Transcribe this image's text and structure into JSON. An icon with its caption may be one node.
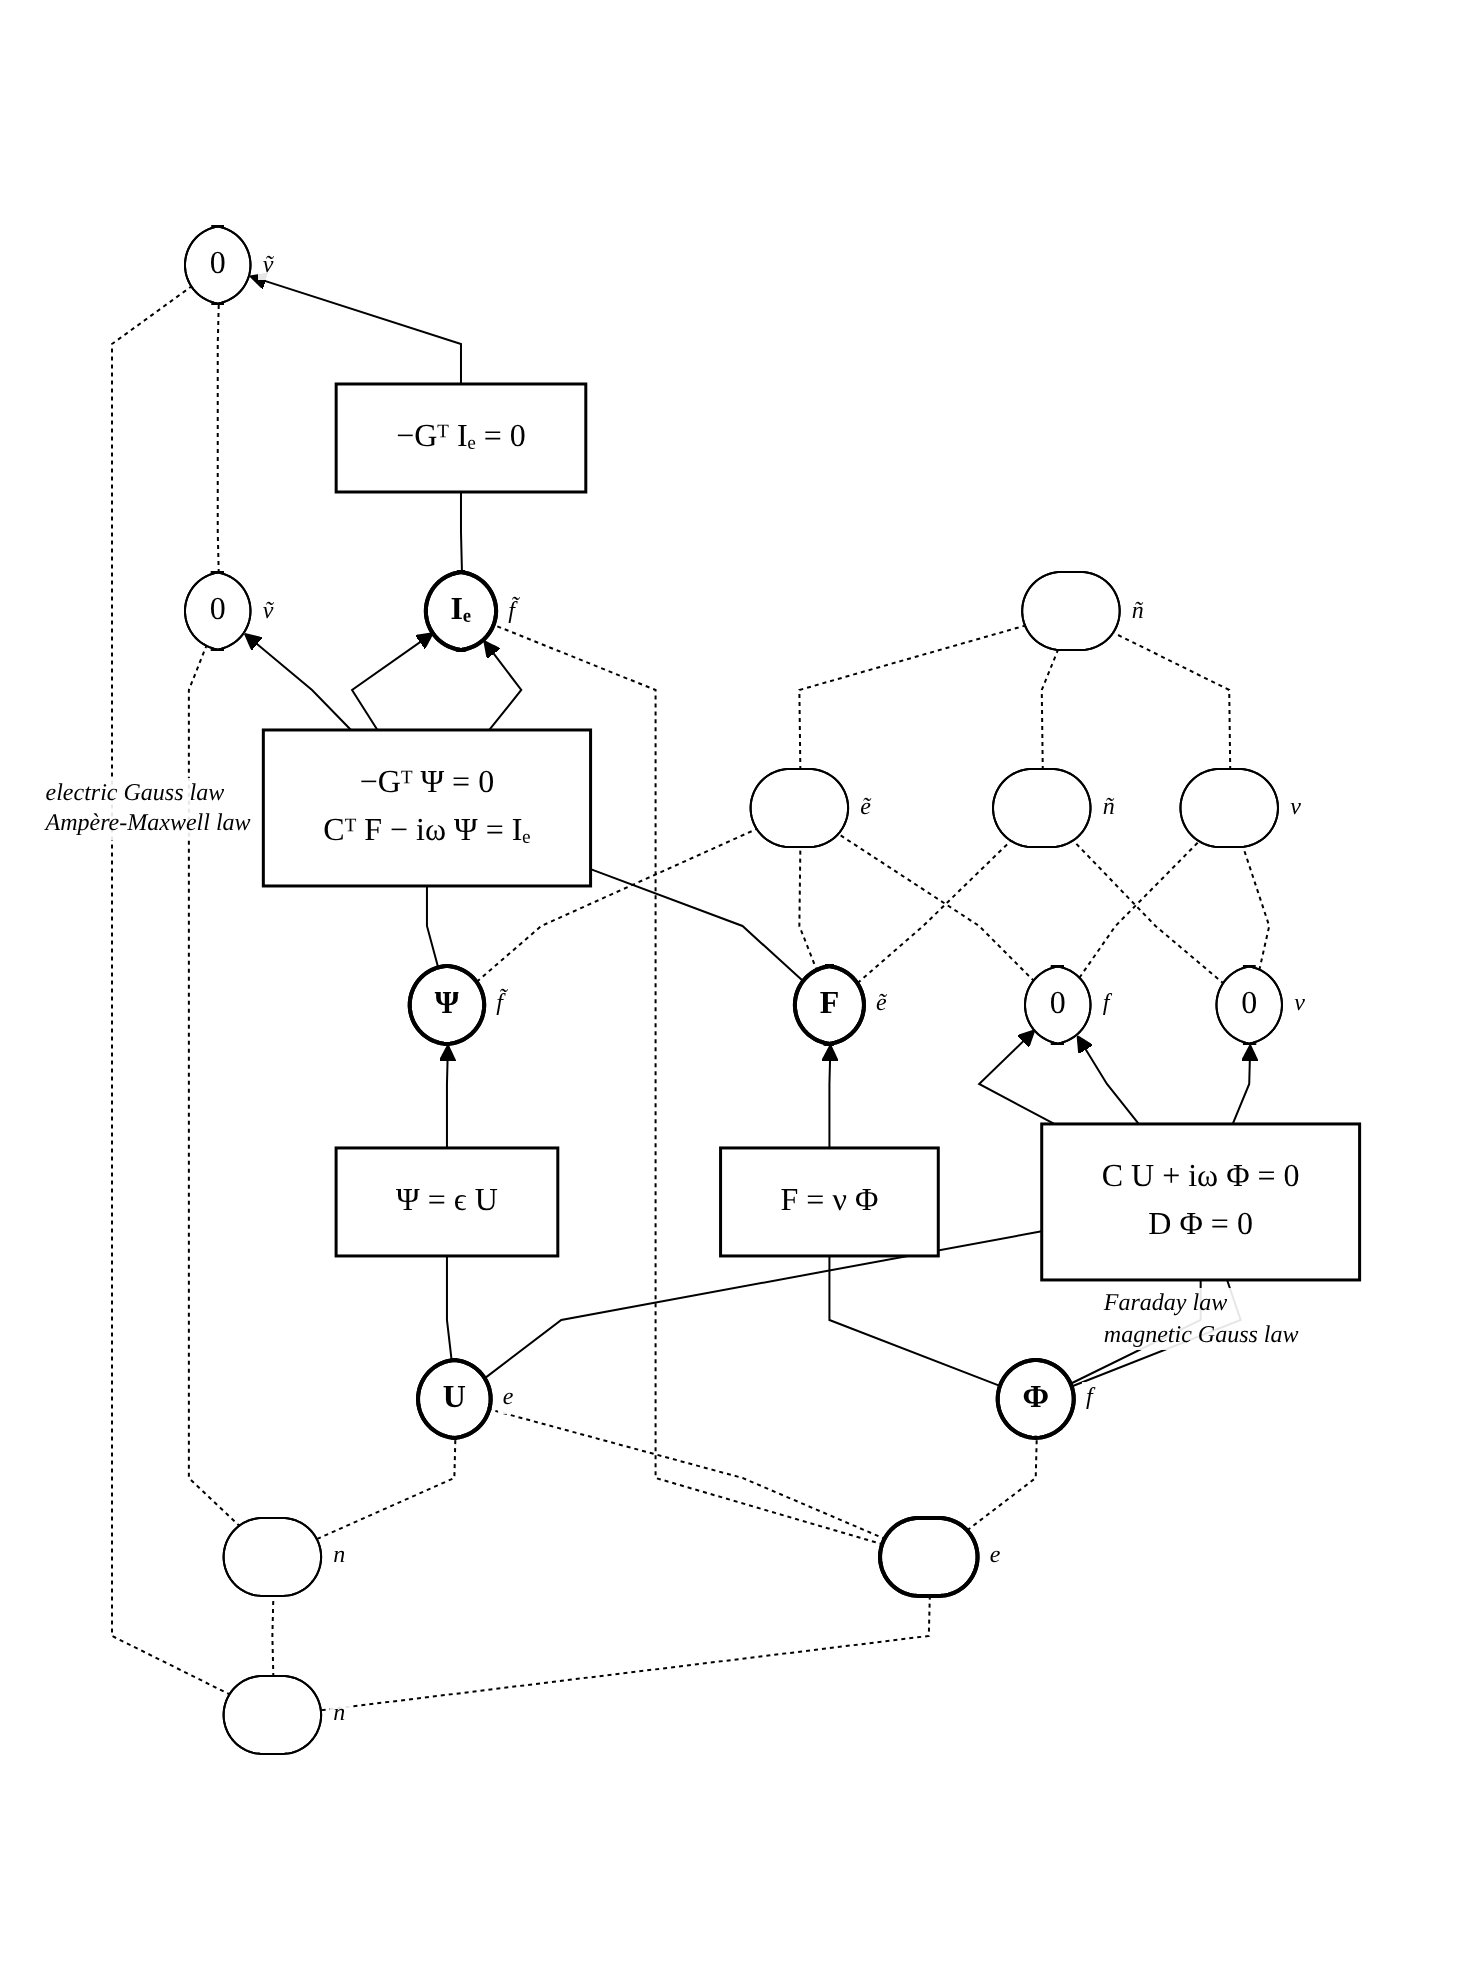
{
  "diagram": {
    "nodes": [
      {
        "text": [],
        "shape": "box",
        "beside": [
          "n"
        ]
      },
      {
        "text": [
          "0"
        ],
        "beside": [
          "ṽ"
        ]
      },
      {
        "text": [
          "−Gᵀ Iₑ = 0"
        ]
      },
      {
        "text": [],
        "shape": "box",
        "beside": [
          "n"
        ]
      },
      {
        "text": [
          "0"
        ],
        "beside": [
          "ṽ"
        ]
      },
      {
        "text": [],
        "shape": "box",
        "beside": [
          "e"
        ]
      },
      {
        "text": [
          "Iₑ"
        ],
        "beside": [
          "f̃"
        ]
      },
      {
        "text": [
          "−Gᵀ Ψ = 0",
          "Cᵀ F − iω Ψ = Iₑ"
        ],
        "beside": [
          "electric Gauss law",
          "Ampère-Maxwell law"
        ]
      },
      {
        "text": [
          "U"
        ],
        "beside": [
          "e"
        ]
      },
      {
        "text": [
          "Ψ = ϵ U"
        ]
      },
      {
        "text": [
          "Ψ"
        ],
        "beside": [
          "f̃"
        ]
      },
      {
        "text": [
          "Φ"
        ],
        "beside": [
          "f"
        ]
      },
      {
        "text": [
          "F = ν Φ"
        ]
      },
      {
        "text": [
          "F"
        ],
        "beside": [
          "ẽ"
        ]
      },
      {
        "text": [
          "C U + iω Φ = 0",
          "D Φ = 0"
        ],
        "beside": [
          "Faraday law",
          "magnetic Gauss law"
        ]
      },
      {
        "text": [
          "0"
        ],
        "beside": [
          "f"
        ]
      },
      {
        "text": [],
        "shape": "box",
        "beside": [
          "ẽ"
        ]
      },
      {
        "text": [
          "0"
        ],
        "beside": [
          "v"
        ]
      },
      {
        "text": [],
        "shape": "box",
        "beside": [
          "ñ"
        ]
      },
      {
        "text": [],
        "shape": "box",
        "beside": [
          "v"
        ]
      },
      {
        "text": [],
        "shape": "box",
        "beside": [
          "ñ"
        ]
      }
    ],
    "edges": [
      {
        "from": 0,
        "to": 1,
        "arrow": "none",
        "style": "dashed"
      },
      {
        "from": 0,
        "to": 3,
        "arrow": "none",
        "style": "dashed"
      },
      {
        "from": 0,
        "to": 5,
        "arrow": "none",
        "style": "dashed"
      },
      {
        "from": 6,
        "to": 2,
        "arrow": "none"
      },
      {
        "from": 2,
        "to": 1,
        "arrow": "to"
      },
      {
        "from": 4,
        "to": 1,
        "arrow": "none",
        "style": "dashed"
      },
      {
        "from": 3,
        "to": 4,
        "arrow": "none",
        "style": "dashed"
      },
      {
        "from": 3,
        "to": 8,
        "arrow": "none",
        "style": "dashed"
      },
      {
        "from": 7,
        "to": 4,
        "arrow": "to"
      },
      {
        "from": 5,
        "to": 6,
        "arrow": "none",
        "style": "dashed"
      },
      {
        "from": 5,
        "to": 8,
        "arrow": "none",
        "style": "dashed"
      },
      {
        "from": 5,
        "to": 11,
        "arrow": "none",
        "style": "dashed"
      },
      {
        "from": 7,
        "to": 6,
        "arrow": "to"
      },
      {
        "from": 7,
        "to": 6,
        "arrow": "to"
      },
      {
        "from": 10,
        "to": 7,
        "arrow": "none"
      },
      {
        "from": 13,
        "to": 7,
        "arrow": "none"
      },
      {
        "from": 8,
        "to": 9,
        "arrow": "none"
      },
      {
        "from": 9,
        "to": 10,
        "arrow": "to"
      },
      {
        "from": 8,
        "to": 14,
        "arrow": "none"
      },
      {
        "from": 11,
        "to": 12,
        "arrow": "none"
      },
      {
        "from": 12,
        "to": 13,
        "arrow": "to"
      },
      {
        "from": 11,
        "to": 14,
        "arrow": "none"
      },
      {
        "from": 11,
        "to": 14,
        "arrow": "none"
      },
      {
        "from": 14,
        "to": 15,
        "arrow": "to"
      },
      {
        "from": 14,
        "to": 15,
        "arrow": "to"
      },
      {
        "from": 14,
        "to": 17,
        "arrow": "to"
      },
      {
        "from": 13,
        "to": 16,
        "arrow": "none",
        "style": "dashed"
      },
      {
        "from": 13,
        "to": 18,
        "arrow": "none",
        "style": "dashed"
      },
      {
        "from": 10,
        "to": 16,
        "arrow": "none",
        "style": "dashed"
      },
      {
        "from": 15,
        "to": 16,
        "arrow": "none",
        "style": "dashed"
      },
      {
        "from": 15,
        "to": 19,
        "arrow": "none",
        "style": "dashed"
      },
      {
        "from": 17,
        "to": 18,
        "arrow": "none",
        "style": "dashed"
      },
      {
        "from": 17,
        "to": 19,
        "arrow": "none",
        "style": "dashed"
      },
      {
        "from": 16,
        "to": 20,
        "arrow": "none",
        "style": "dashed"
      },
      {
        "from": 18,
        "to": 20,
        "arrow": "none",
        "style": "dashed"
      },
      {
        "from": 19,
        "to": 20,
        "arrow": "none",
        "style": "dashed"
      }
    ]
  }
}
